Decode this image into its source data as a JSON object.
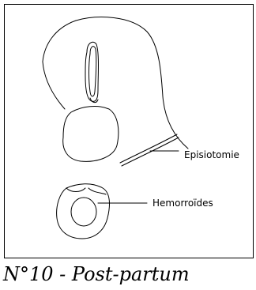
{
  "figure": {
    "labels": {
      "episiotomie": "Episiotomie",
      "hemorroides": "Hemorroïdes"
    },
    "caption": "N°10 - Post-partum"
  }
}
